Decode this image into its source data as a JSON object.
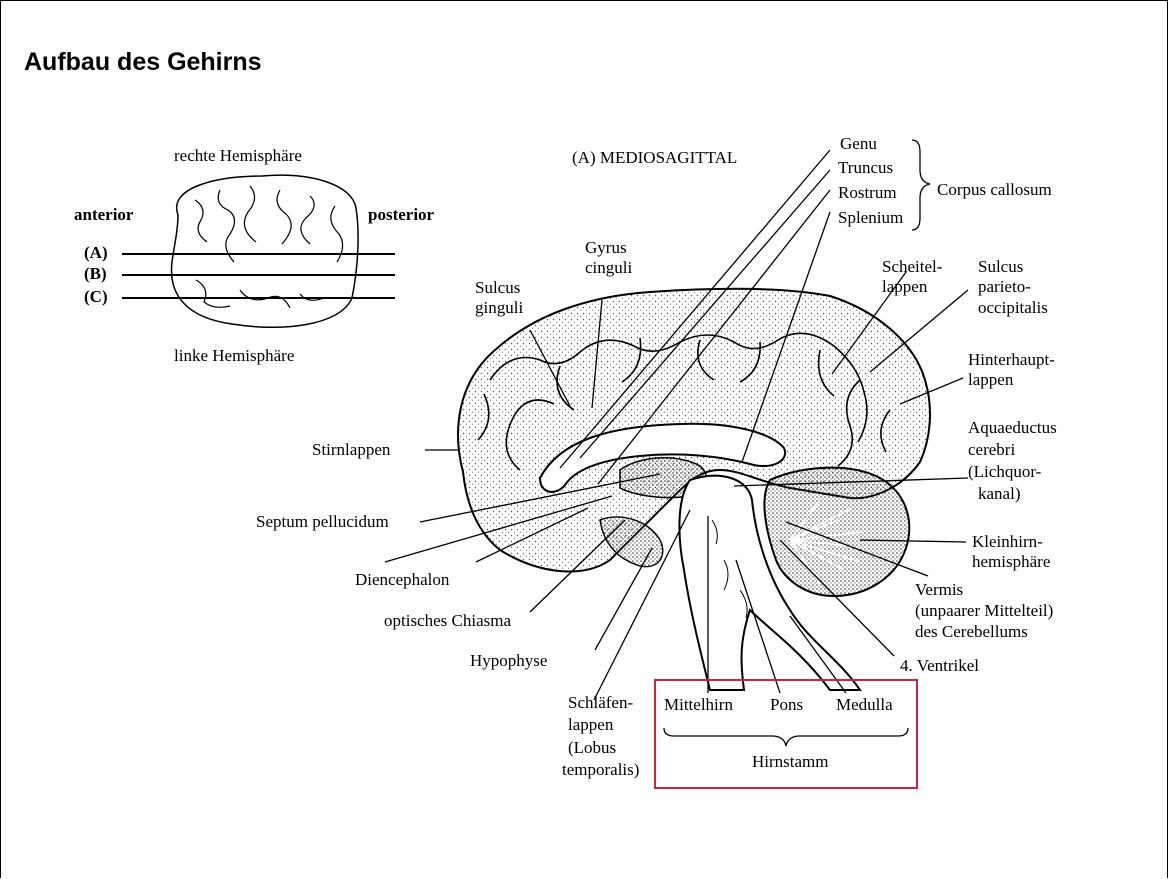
{
  "title": "Aufbau des Gehirns",
  "top_view": {
    "rechte": "rechte Hemisphäre",
    "linke": "linke Hemisphäre",
    "anterior": "anterior",
    "posterior": "posterior",
    "cut_a": "(A)",
    "cut_b": "(B)",
    "cut_c": "(C)"
  },
  "section_title": "(A) MEDIOSAGITTAL",
  "corpus": {
    "genu": "Genu",
    "truncus": "Truncus",
    "rostrum": "Rostrum",
    "splenium": "Splenium",
    "group": "Corpus callosum"
  },
  "labels": {
    "gyrus_1": "Gyrus",
    "gyrus_2": "cinguli",
    "sulcus_g_1": "Sulcus",
    "sulcus_g_2": "ginguli",
    "scheitel_1": "Scheitel-",
    "scheitel_2": "lappen",
    "sulcus_p_1": "Sulcus",
    "sulcus_p_2": "parieto-",
    "sulcus_p_3": "occipitalis",
    "hinter_1": "Hinterhaupt-",
    "hinter_2": "lappen",
    "aqua_1": "Aquaeductus",
    "aqua_2": "cerebri",
    "aqua_3": "(Lichquor-",
    "aqua_4": "kanal)",
    "stirn": "Stirnlappen",
    "septum": "Septum pellucidum",
    "klein_1": "Kleinhirn-",
    "klein_2": "hemisphäre",
    "dien": "Diencephalon",
    "vermis_1": "Vermis",
    "vermis_2": "(unpaarer Mittelteil)",
    "vermis_3": "des Cerebellums",
    "chiasma": "optisches Chiasma",
    "hypo": "Hypophyse",
    "ventrikel": "4. Ventrikel",
    "schlaef_1": "Schläfen-",
    "schlaef_2": "lappen",
    "schlaef_3": "(Lobus",
    "schlaef_4": "temporalis)"
  },
  "hirnstamm": {
    "mittel": "Mittelhirn",
    "pons": "Pons",
    "medulla": "Medulla",
    "group": "Hirnstamm",
    "highlight_color": "#d0243c"
  }
}
